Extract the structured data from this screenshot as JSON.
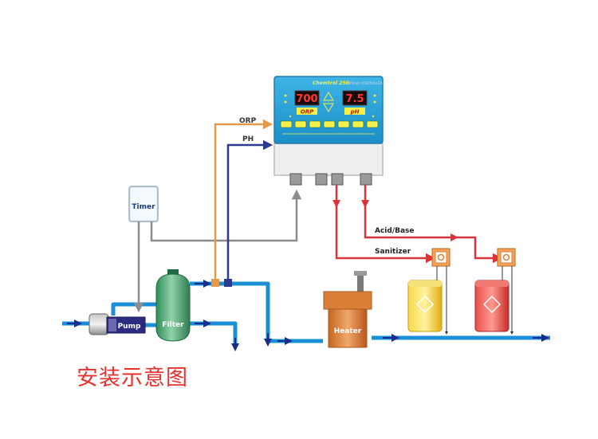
{
  "controller": {
    "brand": "Chemtrol 250",
    "subtitle": "ORP/pH CONTROLLER",
    "orp_reading": "700",
    "ph_reading": "7.5",
    "orp_label": "ORP",
    "ph_label": "pH"
  },
  "labels": {
    "orp": "ORP",
    "ph": "PH",
    "timer": "Timer",
    "pump": "Pump",
    "filter": "Filter",
    "heater": "Heater",
    "acid_base": "Acid/Base",
    "sanitizer": "Sanitizer"
  },
  "caption": "安装示意图",
  "colors": {
    "pipe": "#1b8fd6",
    "flow_arrow": "#1a2c8c",
    "orp_line": "#e59a4a",
    "ph_line": "#2b3a8f",
    "control_line": "#d9343a",
    "timer_line": "#8c8c8c",
    "caption": "#e5322d",
    "controller_panel": "#1fa0d8",
    "display": "#d42424",
    "filter_tank": "#4fae7a",
    "heater": "#d97f38",
    "sanitizer_tank": "#f2c418",
    "acid_tank": "#e33b35"
  }
}
